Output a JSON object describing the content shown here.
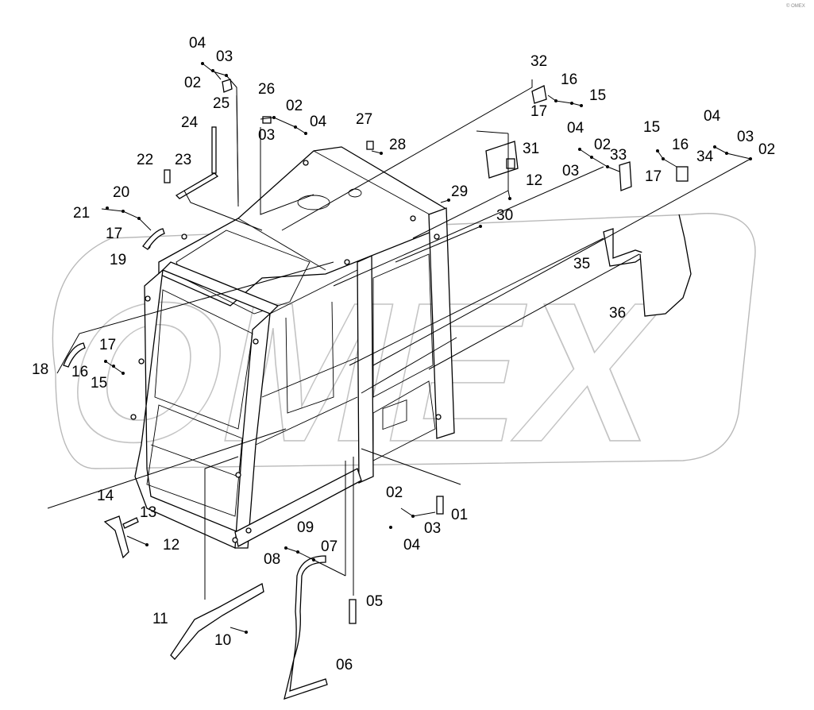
{
  "watermark": {
    "text": "OMEX",
    "color": "#bcbcbc"
  },
  "corner_mark": "© OMEX",
  "part_labels": [
    "01",
    "02",
    "03",
    "04",
    "05",
    "06",
    "07",
    "08",
    "09",
    "10",
    "11",
    "12",
    "13",
    "14",
    "15",
    "16",
    "17",
    "18",
    "19",
    "20",
    "21",
    "22",
    "23",
    "24",
    "25",
    "26",
    "27",
    "28",
    "29",
    "30",
    "31",
    "32",
    "33",
    "34",
    "35",
    "36"
  ],
  "colors": {
    "ink": "#000000",
    "background": "#ffffff",
    "watermark": "#bcbcbc"
  }
}
